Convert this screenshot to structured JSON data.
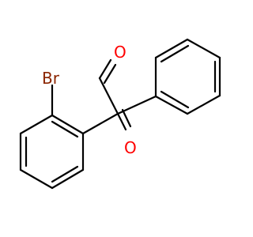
{
  "molecule": {
    "atoms": {
      "bromine": {
        "symbol": "Br"
      },
      "aldehyde_oxygen": {
        "symbol": "O"
      },
      "ketone_oxygen": {
        "symbol": "O"
      }
    },
    "colors": {
      "bond": "#000000",
      "bromine": "#8B2500",
      "oxygen": "#ff0000"
    }
  }
}
